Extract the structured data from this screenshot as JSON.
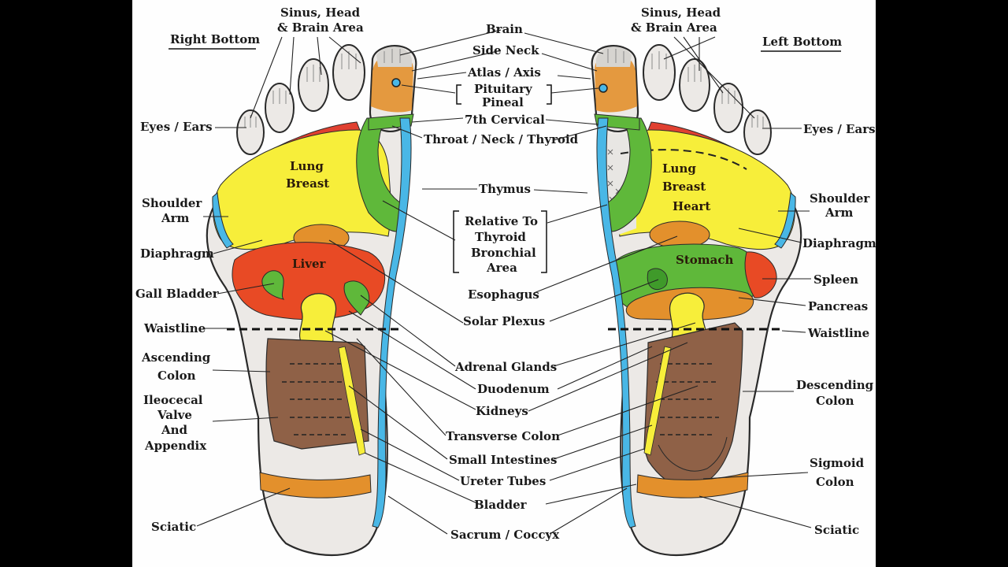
{
  "headers": {
    "right_bottom": "Right Bottom",
    "left_bottom": "Left Bottom"
  },
  "center_labels": {
    "brain": "Brain",
    "side_neck": "Side Neck",
    "atlas_axis": "Atlas / Axis",
    "pituitary": "Pituitary",
    "pineal": "Pineal",
    "cervical": "7th Cervical",
    "throat": "Throat / Neck / Thyroid",
    "thymus": "Thymus",
    "relative_1": "Relative To",
    "relative_2": "Thyroid",
    "relative_3": "Bronchial",
    "relative_4": "Area",
    "esophagus": "Esophagus",
    "solar_plexus": "Solar Plexus",
    "adrenal": "Adrenal Glands",
    "duodenum": "Duodenum",
    "kidneys": "Kidneys",
    "transverse": "Transverse Colon",
    "small_int": "Small Intestines",
    "ureter": "Ureter Tubes",
    "bladder": "Bladder",
    "sacrum": "Sacrum / Coccyx"
  },
  "left_labels": {
    "sinus_1": "Sinus, Head",
    "sinus_2": "& Brain Area",
    "eyes": "Eyes / Ears",
    "shoulder": "Shoulder",
    "arm": "Arm",
    "diaphragm": "Diaphragm",
    "gall": "Gall Bladder",
    "waistline": "Waistline",
    "asc_1": "Ascending",
    "asc_2": "Colon",
    "ileo_1": "Ileocecal",
    "ileo_2": "Valve",
    "ileo_3": "And",
    "ileo_4": "Appendix",
    "sciatic": "Sciatic"
  },
  "right_labels": {
    "sinus_1": "Sinus, Head",
    "sinus_2": "& Brain Area",
    "eyes": "Eyes / Ears",
    "shoulder": "Shoulder",
    "arm": "Arm",
    "diaphragm": "Diaphragm",
    "spleen": "Spleen",
    "pancreas": "Pancreas",
    "waistline": "Waistline",
    "desc_1": "Descending",
    "desc_2": "Colon",
    "sig_1": "Sigmoid",
    "sig_2": "Colon",
    "sciatic": "Sciatic"
  },
  "zone_labels": {
    "r_lung": "Lung",
    "r_breast": "Breast",
    "r_liver": "Liver",
    "l_lung": "Lung",
    "l_breast": "Breast",
    "l_heart": "Heart",
    "l_stomach": "Stomach"
  },
  "colors": {
    "foot_fill": "#ece9e6",
    "lung": "#f7ee3a",
    "liver": "#e84a25",
    "green": "#5fb83a",
    "blue": "#49b7e6",
    "orange": "#e3902c",
    "brown": "#8f6147",
    "red_strip": "#e04030"
  }
}
